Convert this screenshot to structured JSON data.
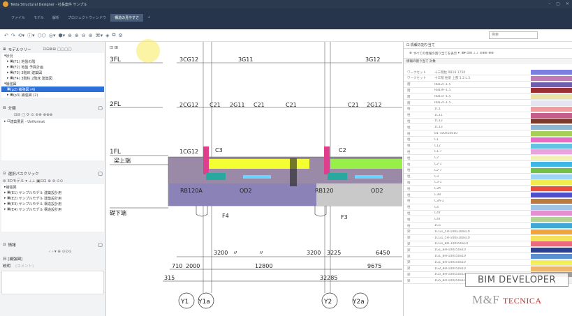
{
  "app": {
    "title": "Tekla Structural Designer - 社長案件 サンプル",
    "window_controls": [
      "–",
      "▢",
      "✕"
    ]
  },
  "ribbon": {
    "tabs": [
      "ファイル",
      "モデル",
      "解析",
      "プロジェクトウィンドウ",
      "構造の見やすさ",
      "+"
    ],
    "active": 4
  },
  "toolbar": {
    "search_placeholder": "検索"
  },
  "left": {
    "model_tree_title": "モデルツリー",
    "tree": [
      "状況",
      "(F1) 地盤の階",
      "(F2) 地盤 予算計画",
      "(F3) 3階床 建築図",
      "(F4) 3階柱 2階床 建築図",
      "補強図",
      "(p2) 補強図 (4)",
      "(p3) 補強図 (2)"
    ],
    "tree_selected": 6,
    "section_title": "分類",
    "section_item": "建築要素 - Uniformat",
    "props_title": "選択パスクリック",
    "props_items": [
      "補強図",
      "(E1) サンプルモデル 建築設計用",
      "(E2) サンプルモデル 建築設計用",
      "(E3) サンプルモデル 構造設計用",
      "(E4) サンプルモデル 構造設計用"
    ],
    "info_title": "情報",
    "info_name_label": "日 [補強図]",
    "info_desc_label": "説明",
    "info_desc_value": "(コメント)"
  },
  "view": {
    "levels": [
      "3FL",
      "2FL",
      "1FL",
      "梁上端",
      "礎下端"
    ],
    "beams": [
      "3CG12",
      "3G11",
      "3G12",
      "2CG12",
      "C21",
      "2G11",
      "C21",
      "C21",
      "C21",
      "2G12",
      "1CG12",
      "C3",
      "C2",
      "RB120A",
      "OD2",
      "RB120",
      "OD2",
      "F4",
      "F3"
    ],
    "dims": {
      "row1": [
        "3200",
        "〃",
        "〃",
        "3200",
        "3225",
        "6450"
      ],
      "row2": [
        "710",
        "2000",
        "12800",
        "9675"
      ],
      "row3": [
        "315",
        "32285"
      ]
    },
    "grids": [
      "Y1",
      "Y1a",
      "Y2",
      "Y2a"
    ]
  },
  "right": {
    "title": "情報の割り当て",
    "group_by": "すべての情報の割り当てを表示",
    "col_header": "情報の割り当て 対象",
    "rows": [
      [
        "ワークセット",
        "十三階柱 RB19 1750",
        ""
      ],
      [
        "ワークセット",
        "十三階 柱梁 上部 1.2 L.5",
        ""
      ],
      [
        "階",
        "RB12F-1.5",
        ""
      ],
      [
        "階",
        "RB19F-1.5",
        ""
      ],
      [
        "階",
        "RB15F-1.5",
        ""
      ],
      [
        "階",
        "RB12F-1.5",
        ""
      ],
      [
        "柱",
        "1C1",
        ""
      ],
      [
        "柱",
        "1C11",
        ""
      ],
      [
        "柱",
        "1C12",
        ""
      ],
      [
        "柱",
        "1C13",
        ""
      ],
      [
        "柱",
        "B1-100x50x10",
        ""
      ],
      [
        "柱",
        "C1",
        ""
      ],
      [
        "柱",
        "C12",
        ""
      ],
      [
        "柱",
        "C1-7",
        ""
      ],
      [
        "柱",
        "C2",
        ""
      ],
      [
        "柱",
        "C2-1",
        ""
      ],
      [
        "柱",
        "C2-7",
        ""
      ],
      [
        "柱",
        "C3",
        ""
      ],
      [
        "柱",
        "C3-1",
        ""
      ],
      [
        "柱",
        "C3A",
        ""
      ],
      [
        "柱",
        "C3B",
        ""
      ],
      [
        "柱",
        "C3A-1",
        ""
      ],
      [
        "柱",
        "C4",
        ""
      ],
      [
        "柱",
        "C4Y",
        ""
      ],
      [
        "柱",
        "C4Y",
        ""
      ],
      [
        "柱",
        "1C5",
        ""
      ],
      [
        "梁",
        "1CG1_5H-100x100x10",
        ""
      ],
      [
        "梁",
        "1CG1_5H-100x100x10",
        ""
      ],
      [
        "梁",
        "1CG1_BH-100x50x10",
        ""
      ],
      [
        "梁",
        "1G1_BH-100x50x10",
        ""
      ],
      [
        "梁",
        "1G1_BH-100x50x10",
        ""
      ],
      [
        "梁",
        "1G1_BH-100x50x10",
        ""
      ],
      [
        "梁",
        "1G2_BH-100x50x10",
        ""
      ],
      [
        "梁",
        "1G5_BH-100x50x10",
        ""
      ],
      [
        "梁",
        "1G5_BH-100x50x10",
        ""
      ]
    ],
    "swatches": [
      "#7b7fe0",
      "#c07ab6",
      "#6d5faa",
      "#9a2f2f",
      "#e9e4a6",
      "#e5e5f2",
      "#f29b9e",
      "#c55e8a",
      "#7c3b2d",
      "#8ab7d5",
      "#a7cf57",
      "#ea6bc5",
      "#61c3e0",
      "#e7a4dc",
      "#f1f1b5",
      "#3eb7e5",
      "#71c047",
      "#9ed4f5",
      "#f2eb4d",
      "#ea4c3c",
      "#4e4fc9",
      "#ba7b3c",
      "#9ec4e6",
      "#e38fd0",
      "#b1d48f",
      "#40a8d6",
      "#f1a33e",
      "#f4e25b",
      "#e76b7c",
      "#2b3f93",
      "#5c8fd0",
      "#f3ef57",
      "#edb66a",
      "#9c9c9c",
      "#f0f0f0"
    ]
  },
  "watermark": {
    "line1": "BIM DEVELOPER",
    "line2a": "M&F ",
    "line2b": "TECNICA"
  }
}
